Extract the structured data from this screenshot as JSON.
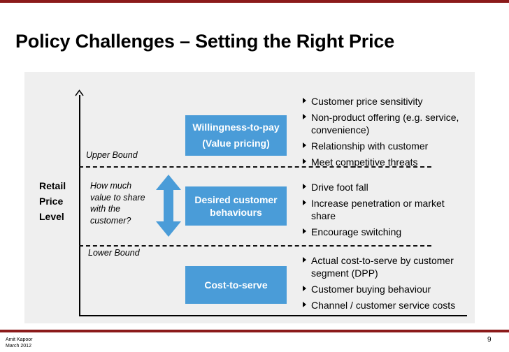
{
  "title": "Policy Challenges – Setting the Right Price",
  "y_axis_label": [
    "Retail",
    "Price",
    "Level"
  ],
  "upper_bound": "Upper Bound",
  "lower_bound": "Lower Bound",
  "question": [
    "How much",
    "value to share",
    "with the",
    "customer?"
  ],
  "boxes": [
    {
      "lines": [
        "Willingness-to-pay",
        "(Value pricing)"
      ]
    },
    {
      "lines": [
        "Desired customer",
        "behaviours"
      ]
    },
    {
      "lines": [
        "Cost-to-serve"
      ]
    }
  ],
  "bullet_groups": [
    {
      "items": [
        "Customer price sensitivity",
        "Non-product offering (e.g. service,\nconvenience)",
        "Relationship with customer",
        "Meet competitive threats"
      ]
    },
    {
      "items": [
        "Drive foot fall",
        "Increase penetration or market\nshare",
        "Encourage switching"
      ]
    },
    {
      "items": [
        "Actual cost-to-serve by customer\nsegment (DPP)",
        "Customer buying behaviour",
        "Channel / customer service costs"
      ]
    }
  ],
  "footer": {
    "author": "Amit Kapoor",
    "date": "March 2012",
    "page": "9"
  },
  "colors": {
    "accent_rule": "#8b1a1a",
    "box_fill": "#4a9cd8",
    "panel_bg": "#efefef"
  }
}
